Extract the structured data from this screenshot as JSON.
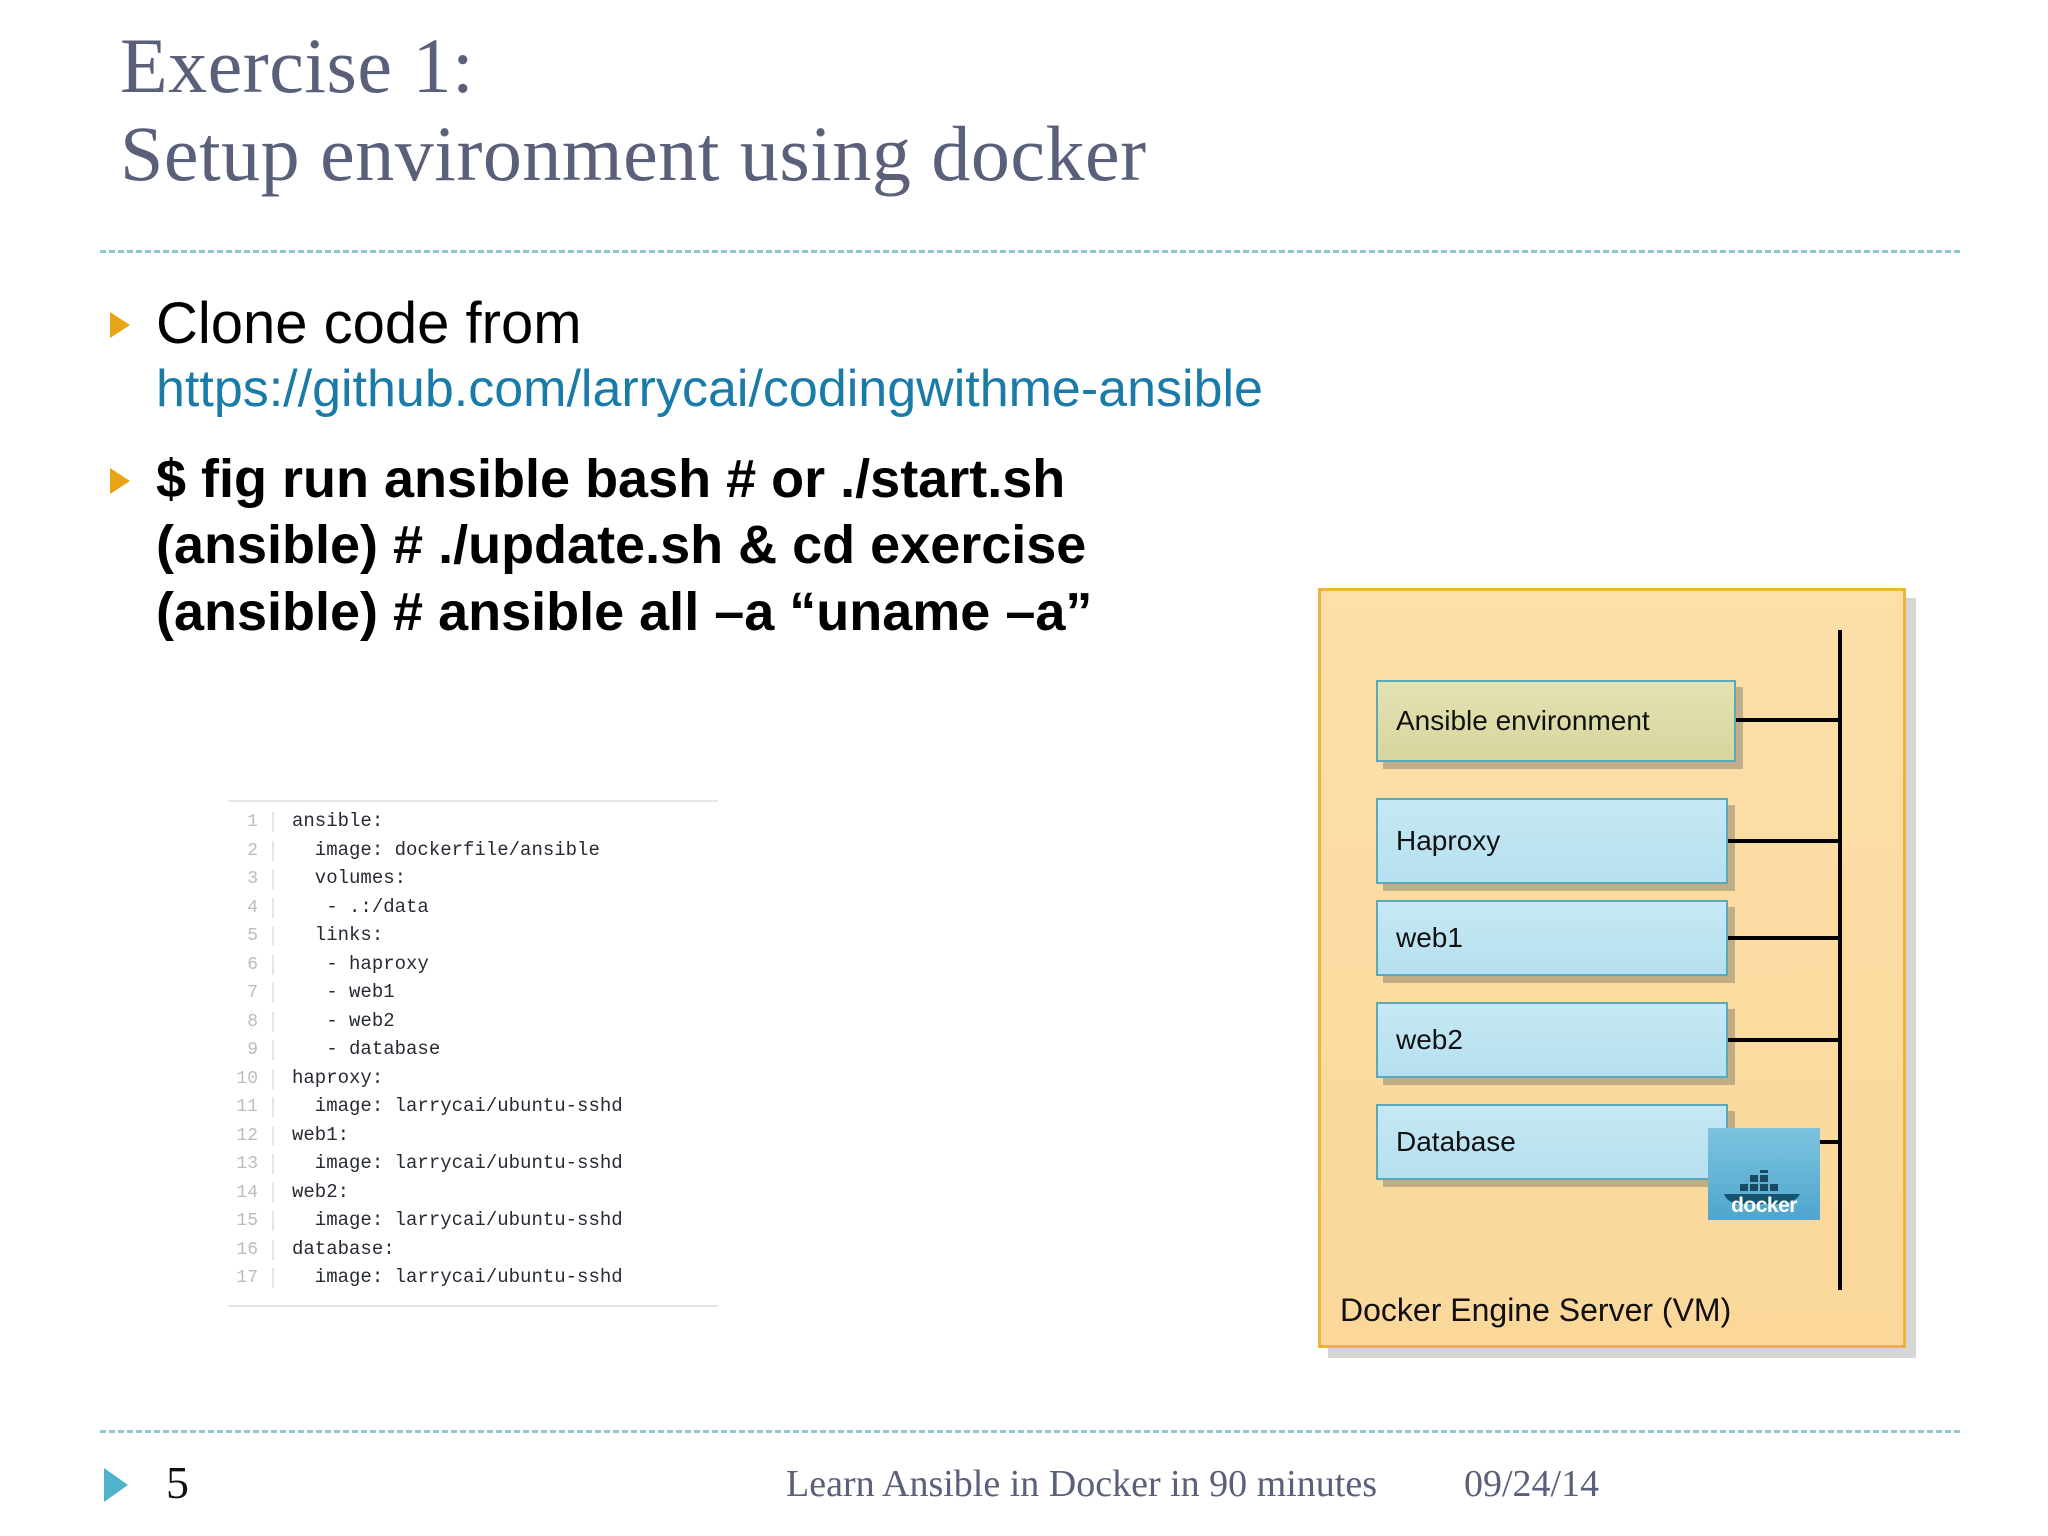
{
  "slide": {
    "title_lines": [
      "Exercise 1:",
      "Setup environment using docker"
    ],
    "title_color": "#5b607a",
    "rule_color": "#8fc7cf"
  },
  "bullets": [
    {
      "marker": "orange-triangle",
      "lines": [
        {
          "text": "Clone code from",
          "style": "normal"
        },
        {
          "text": "https://github.com/larrycai/codingwithme-ansible",
          "style": "link"
        }
      ]
    },
    {
      "marker": "orange-triangle",
      "lines": [
        {
          "text": "$ fig run ansible bash # or ./start.sh",
          "style": "cmd"
        },
        {
          "text": "(ansible) # ./update.sh & cd exercise",
          "style": "cmd"
        },
        {
          "text": "(ansible) # ansible all –a “uname –a”",
          "style": "cmd"
        }
      ]
    }
  ],
  "code_block": {
    "lines": [
      {
        "n": "1",
        "text": "ansible:"
      },
      {
        "n": "2",
        "text": "  image: dockerfile/ansible"
      },
      {
        "n": "3",
        "text": "  volumes:"
      },
      {
        "n": "4",
        "text": "   - .:/data"
      },
      {
        "n": "5",
        "text": "  links:"
      },
      {
        "n": "6",
        "text": "   - haproxy"
      },
      {
        "n": "7",
        "text": "   - web1"
      },
      {
        "n": "8",
        "text": "   - web2"
      },
      {
        "n": "9",
        "text": "   - database"
      },
      {
        "n": "10",
        "text": "haproxy:"
      },
      {
        "n": "11",
        "text": "  image: larrycai/ubuntu-sshd"
      },
      {
        "n": "12",
        "text": "web1:"
      },
      {
        "n": "13",
        "text": "  image: larrycai/ubuntu-sshd"
      },
      {
        "n": "14",
        "text": "web2:"
      },
      {
        "n": "15",
        "text": "  image: larrycai/ubuntu-sshd"
      },
      {
        "n": "16",
        "text": "database:"
      },
      {
        "n": "17",
        "text": "  image: larrycai/ubuntu-sshd"
      }
    ]
  },
  "diagram": {
    "panel_color": "#fcdfa9",
    "panel_border": "#eeb33a",
    "caption": "Docker Engine Server (VM)",
    "logo_label": "docker",
    "nodes": [
      {
        "label": "Ansible environment",
        "kind": "ansible"
      },
      {
        "label": "Haproxy",
        "kind": "blue"
      },
      {
        "label": "web1",
        "kind": "blue"
      },
      {
        "label": "web2",
        "kind": "blue"
      },
      {
        "label": "Database",
        "kind": "blue"
      }
    ]
  },
  "footer": {
    "page_number": "5",
    "center_text": "Learn Ansible in Docker in 90 minutes",
    "date": "09/24/14"
  }
}
